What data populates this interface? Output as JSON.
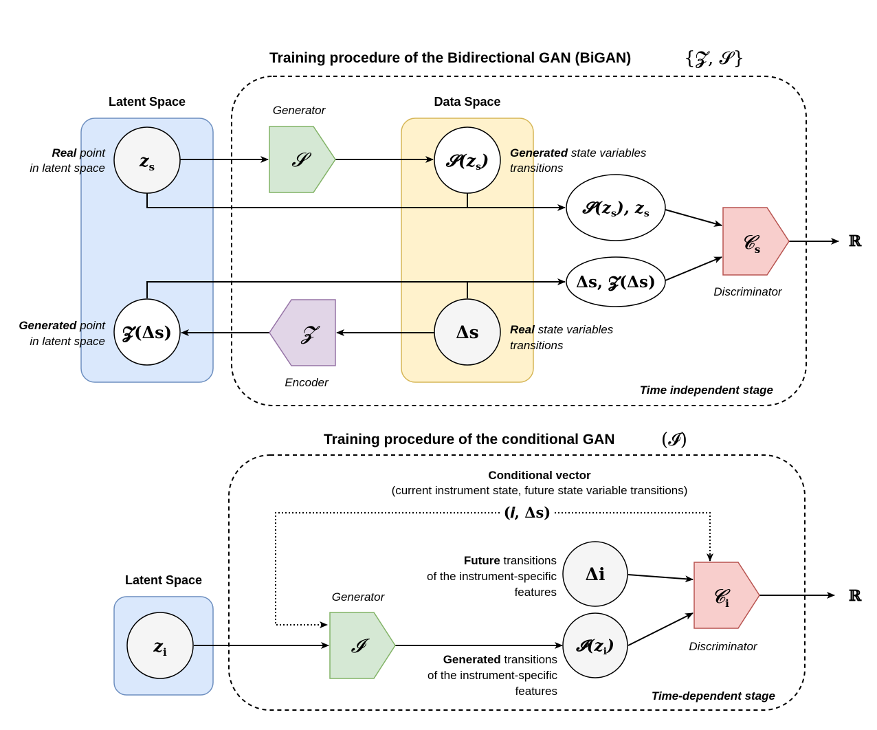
{
  "top": {
    "title": "Training procedure of the Bidirectional GAN (BiGAN)",
    "title_math": "{𝓩, 𝓢}",
    "latent_space": "Latent Space",
    "data_space": "Data Space",
    "generator_caption": "Generator",
    "encoder_caption": "Encoder",
    "discriminator_caption": "Discriminator",
    "stage_label": "Time independent stage",
    "real_point": {
      "bold": "Real",
      "rest1": " point",
      "line2": "in latent space"
    },
    "generated_point": {
      "bold": "Generated",
      "rest1": " point",
      "line2": "in latent space"
    },
    "generated_transitions": {
      "bold": "Generated",
      "rest1": " state variables",
      "line2": "transitions"
    },
    "real_transitions": {
      "bold": "Real",
      "rest1": " state variables",
      "line2": "transitions"
    },
    "node_zs": "z",
    "node_zs_sub": "s",
    "node_generator": "𝓢",
    "node_generated": "𝓢(z",
    "node_generated_sub": "s",
    "node_generated_end": ")",
    "node_pair_generated": "𝓢(z",
    "node_pair_generated_sub": "s",
    "node_pair_generated_mid": "), z",
    "node_pair_generated_sub2": "s",
    "node_pair_real": "Δs, 𝓩(Δs)",
    "node_discriminator": "𝓒",
    "node_discriminator_sub": "s",
    "node_encoder": "𝓩",
    "node_real": "Δs",
    "node_encoded": "𝓩(Δs)",
    "output": "ℝ"
  },
  "bottom": {
    "title": "Training procedure of the conditional GAN",
    "title_math": "(𝓘)",
    "latent_space": "Latent Space",
    "generator_caption": "Generator",
    "discriminator_caption": "Discriminator",
    "stage_label": "Time-dependent stage",
    "conditional_heading": "Conditional vector",
    "conditional_desc": "(current instrument state, future state variable transitions)",
    "conditional_math": "(𝒊, Δs)",
    "future_transitions": {
      "bold": "Future",
      "rest1": " transitions",
      "line2": "of the instrument-specific",
      "line3": "features"
    },
    "generated_transitions": {
      "bold": "Generated",
      "rest1": " transitions",
      "line2": "of the instrument-specific",
      "line3": "features"
    },
    "node_zi": "z",
    "node_zi_sub": "i",
    "node_generator": "𝓘",
    "node_future": "Δi",
    "node_generated": "𝓘(z",
    "node_generated_sub": "i",
    "node_generated_end": ")",
    "node_discriminator": "𝓒",
    "node_discriminator_sub": "i",
    "output": "ℝ"
  },
  "colors": {
    "latent_fill": "#dae8fc",
    "latent_stroke": "#6c8ebf",
    "data_fill": "#fff2cc",
    "data_stroke": "#d6b656",
    "generator_fill": "#d5e8d4",
    "generator_stroke": "#82b366",
    "encoder_fill": "#e1d5e7",
    "encoder_stroke": "#9673a6",
    "discriminator_fill": "#f8cecc",
    "discriminator_stroke": "#b85450",
    "node_fill": "#f5f5f5"
  }
}
